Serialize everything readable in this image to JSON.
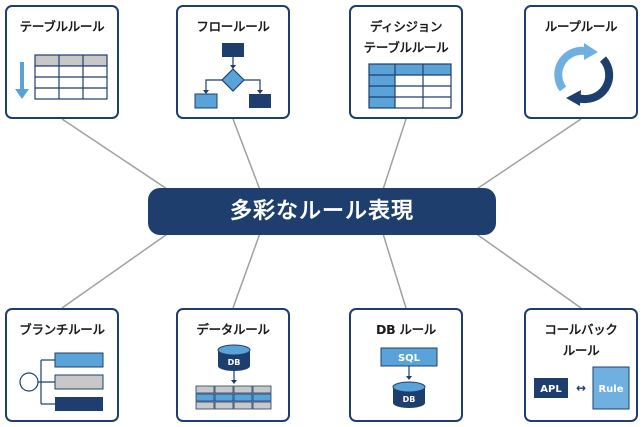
{
  "center": {
    "label": "多彩なルール表現"
  },
  "cards": {
    "table": {
      "title": "テーブルルール"
    },
    "flow": {
      "title": "フロールール"
    },
    "decision": {
      "title_line1": "ディシジョン",
      "title_line2": "テーブルルール"
    },
    "loop": {
      "title": "ループルール"
    },
    "branch": {
      "title": "ブランチルール"
    },
    "data": {
      "title": "データルール",
      "db_label": "DB"
    },
    "db": {
      "title": "DB ルール",
      "sql_label": "SQL",
      "db_label": "DB"
    },
    "callback": {
      "title_line1": "コールバック",
      "title_line2": "ルール",
      "apl_label": "APL",
      "arrow": "↔",
      "rule_label": "Rule"
    }
  },
  "colors": {
    "navy": "#1e3f6e",
    "light_blue": "#5aa3d8",
    "sky_blue": "#6fb0e0",
    "gray": "#c8c8c8",
    "line_gray": "#a0a0a0"
  }
}
